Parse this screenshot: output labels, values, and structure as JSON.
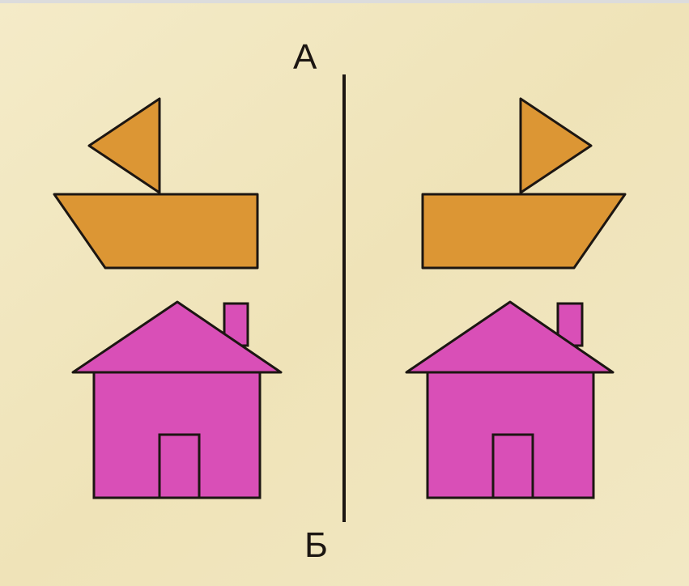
{
  "labels": {
    "top": "А",
    "bottom": "Б"
  },
  "colors": {
    "paper": "#f1e7bf",
    "boat": "#dc9634",
    "house": "#d94fb7",
    "outline": "#1c1612",
    "axis": "#1c1612"
  },
  "figures": [
    {
      "name": "boat",
      "side": "left",
      "color_key": "boat"
    },
    {
      "name": "boat",
      "side": "right",
      "color_key": "boat"
    },
    {
      "name": "house",
      "side": "left",
      "color_key": "house"
    },
    {
      "name": "house",
      "side": "right",
      "color_key": "house"
    }
  ]
}
